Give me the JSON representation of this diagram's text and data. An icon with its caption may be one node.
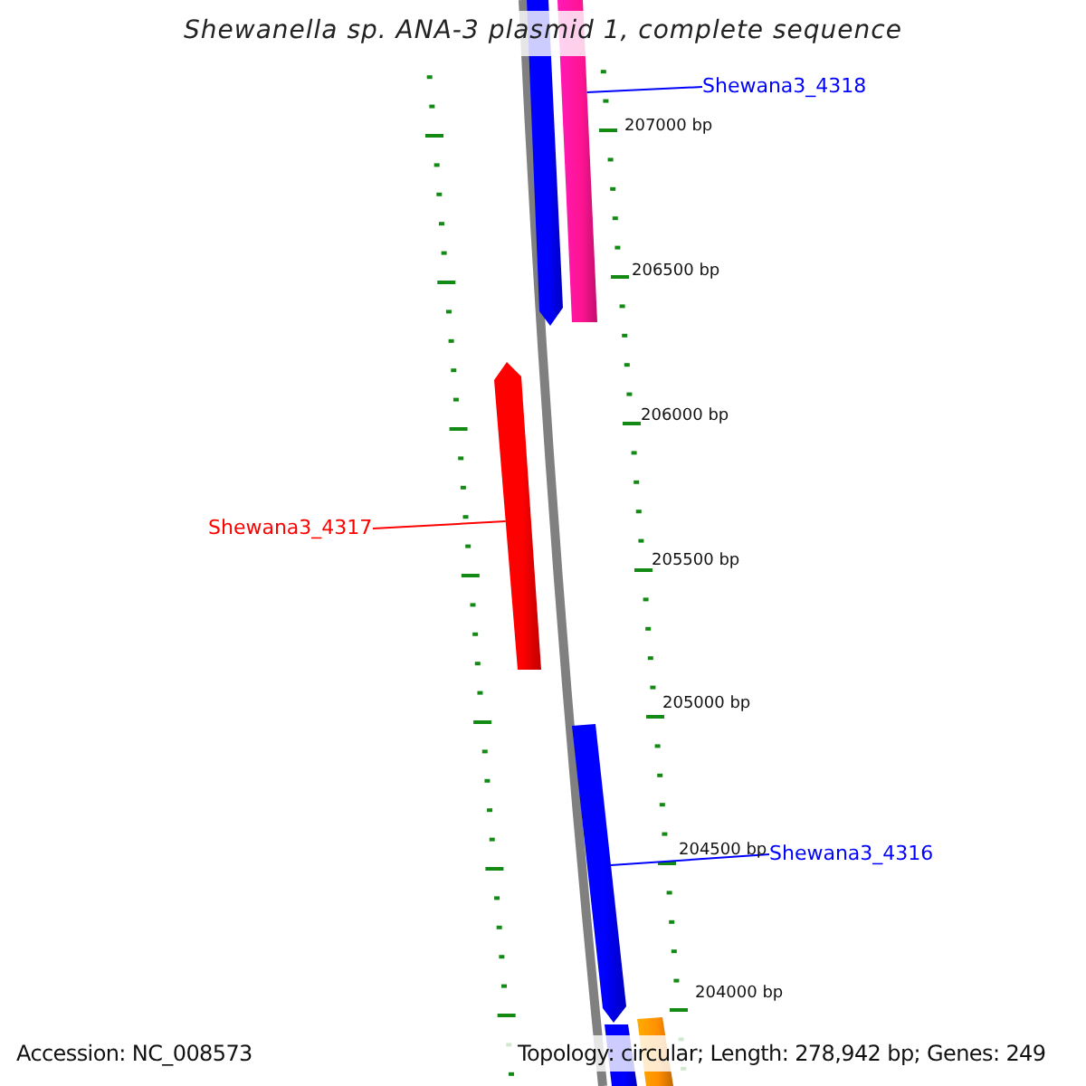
{
  "diagram": {
    "title": "Shewanella sp. ANA-3 plasmid 1, complete sequence",
    "nodes": [
      {
        "text": [
          "Shewana3_4318"
        ]
      },
      {
        "text": [],
        "shape": "arrow"
      },
      {
        "text": [],
        "shape": "bar"
      },
      {
        "text": [
          "Shewana3_4317"
        ]
      },
      {
        "text": [],
        "shape": "arrow"
      },
      {
        "text": [],
        "shape": "arrow"
      },
      {
        "text": [
          "Shewana3_4316"
        ]
      },
      {
        "text": [],
        "shape": "bar"
      },
      {
        "text": [],
        "shape": "bar"
      }
    ],
    "edges": [
      {
        "from": 0,
        "to": 2,
        "arrow": "none"
      },
      {
        "from": 3,
        "to": 4,
        "arrow": "none",
        "color": "#ff0000"
      },
      {
        "from": 6,
        "to": 5,
        "arrow": "none"
      }
    ],
    "labels": [
      "207000 bp",
      "206500 bp",
      "206000 bp",
      "205500 bp",
      "205000 bp",
      "204500 bp",
      "204000 bp",
      "Accession: NC_008573",
      "Topology: circular; Length: 278,942 bp; Genes: 249"
    ]
  }
}
